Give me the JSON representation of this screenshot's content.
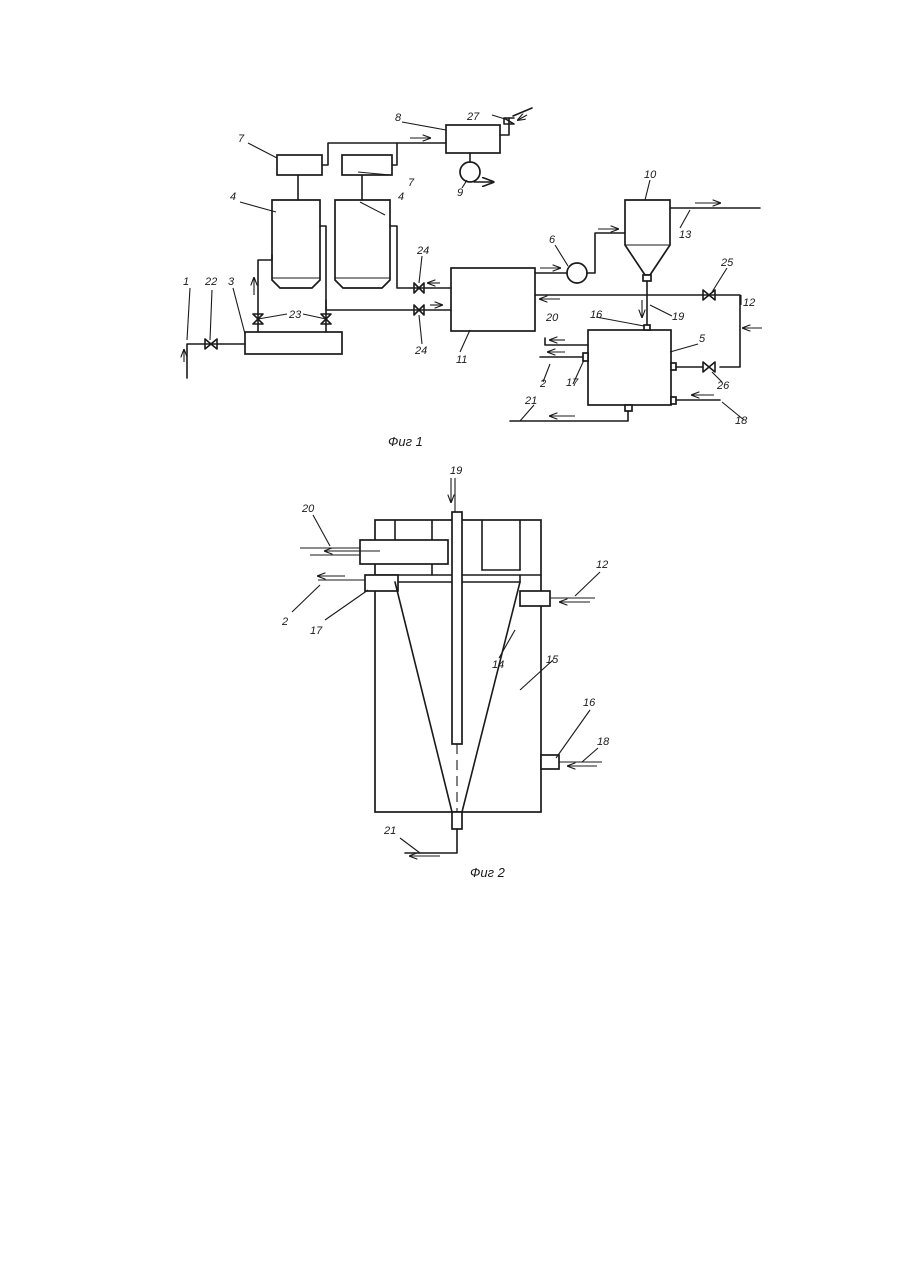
{
  "fig1": {
    "caption": "Фиг 1",
    "labels": {
      "n1": "1",
      "n2": "2",
      "n3": "3",
      "n4a": "4",
      "n4b": "4",
      "n5": "5",
      "n6": "6",
      "n7a": "7",
      "n7b": "7",
      "n8": "8",
      "n9": "9",
      "n10": "10",
      "n11": "11",
      "n12": "12",
      "n13": "13",
      "n16": "16",
      "n17": "17",
      "n18": "18",
      "n19": "19",
      "n20": "20",
      "n21": "21",
      "n22": "22",
      "n23": "23",
      "n24a": "24",
      "n24b": "24",
      "n25": "25",
      "n26": "26",
      "n27": "27"
    }
  },
  "fig2": {
    "caption": "Фиг 2",
    "labels": {
      "n19": "19",
      "n20": "20",
      "n2": "2",
      "n17": "17",
      "n12": "12",
      "n14": "14",
      "n15": "15",
      "n16": "16",
      "n18": "18",
      "n21": "21"
    }
  },
  "colors": {
    "ink": "#1a1a1a",
    "paper": "#ffffff"
  }
}
